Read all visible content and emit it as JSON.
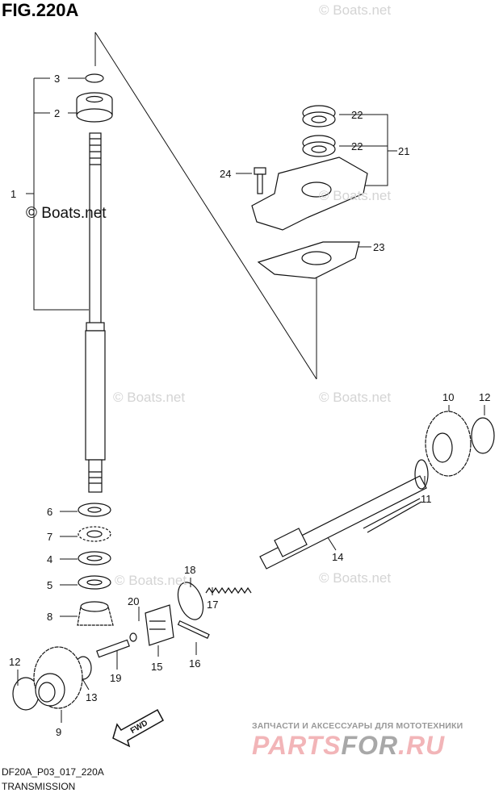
{
  "figure": {
    "title": "FIG.220A",
    "code": "DF20A_P03_017_220A",
    "name": "TRANSMISSION"
  },
  "watermark": "© Boats.net",
  "callouts": [
    "3",
    "2",
    "1",
    "22",
    "22",
    "21",
    "24",
    "23",
    "10",
    "12",
    "11",
    "14",
    "18",
    "17",
    "20",
    "6",
    "7",
    "4",
    "5",
    "8",
    "12",
    "13",
    "19",
    "15",
    "16",
    "9"
  ],
  "fwd_label": "FWD",
  "partsfor": {
    "tagline": "ЗАПЧАСТИ И АКСЕССУАРЫ ДЛЯ МОТОТЕХНИКИ",
    "brand_a": "PARTS",
    "brand_b": "FOR",
    "brand_c": ".RU",
    "pink": "#f2b5b8",
    "gray": "#a8a8a8"
  }
}
